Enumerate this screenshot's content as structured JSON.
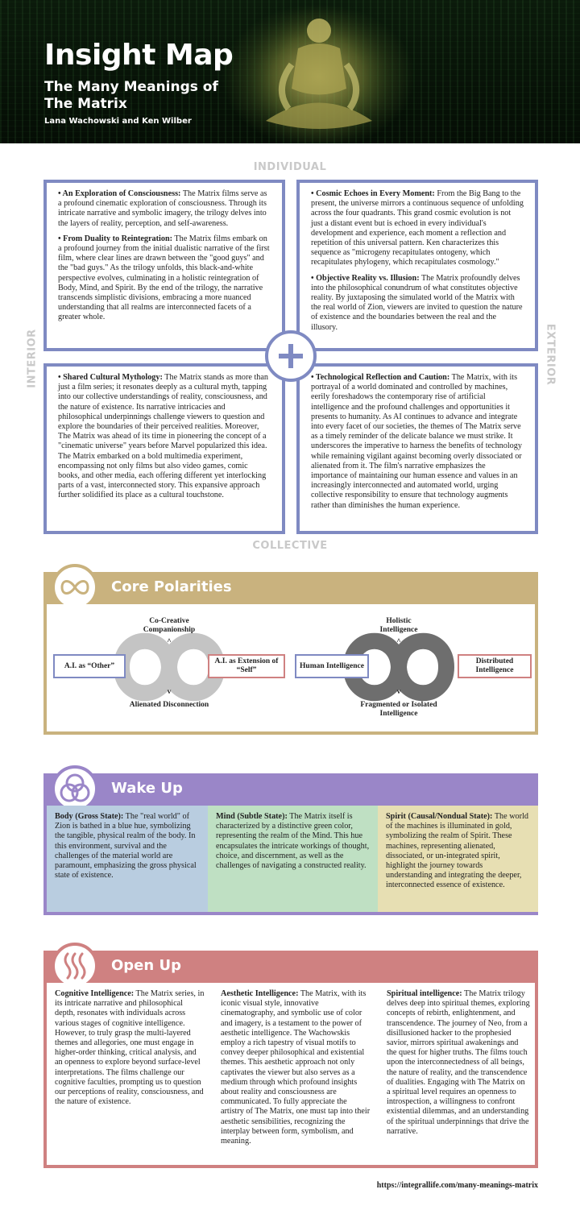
{
  "header": {
    "title": "Insight Map",
    "subtitle": "The Many Meanings of The Matrix",
    "authors": "Lana Wachowski and Ken Wilber"
  },
  "axes": {
    "top": "INDIVIDUAL",
    "bottom": "COLLECTIVE",
    "left": "INTERIOR",
    "right": "EXTERIOR"
  },
  "quadrants": {
    "upper_left": [
      {
        "heading": "• An Exploration of Consciousness:",
        "text": " The Matrix films serve as a profound cinematic exploration of consciousness. Through its intricate narrative and symbolic imagery, the trilogy delves into the layers of reality, perception, and self-awareness."
      },
      {
        "heading": "• From Duality to Reintegration:",
        "text": " The Matrix films embark on a profound journey from the initial dualistic narrative of the first film, where clear lines are drawn between the \"good guys\" and the \"bad guys.\" As the trilogy unfolds, this black-and-white perspective evolves, culminating in a holistic reintegration of Body, Mind, and Spirit. By the end of the trilogy, the narrative transcends simplistic divisions, embracing a more nuanced understanding that all realms are interconnected facets of a greater whole."
      }
    ],
    "upper_right": [
      {
        "heading": "• Cosmic Echoes in Every Moment:",
        "text": " From the Big Bang to the present, the universe mirrors a continuous sequence of unfolding across the four quadrants. This grand cosmic evolution is not just a distant event but is echoed in every individual's development and experience, each moment a reflection and repetition of this universal pattern. Ken characterizes this sequence as \"microgeny recapitulates ontogeny, which recapitulates phylogeny, which recapitulates cosmology.\""
      },
      {
        "heading": "• Objective Reality vs. Illusion:",
        "text": " The Matrix profoundly delves into the philosophical conundrum of what constitutes objective reality. By juxtaposing the simulated world of the Matrix with the real world of Zion, viewers are invited to question the nature of existence and the boundaries between the real and the illusory."
      }
    ],
    "lower_left": [
      {
        "heading": "• Shared Cultural Mythology:",
        "text": " The Matrix stands as more than just a film series; it resonates deeply as a cultural myth, tapping into our collective understandings of reality, consciousness, and the nature of existence. Its narrative intricacies and philosophical underpinnings challenge viewers to question and explore the boundaries of their perceived realities. Moreover, The Matrix was ahead of its time in pioneering the concept of a \"cinematic universe\" years before Marvel popularized this idea. The Matrix embarked on a bold multimedia experiment, encompassing not only films but also video games, comic books, and other media, each offering different yet interlocking parts of a vast, interconnected story. This expansive approach further solidified its place as a cultural touchstone."
      }
    ],
    "lower_right": [
      {
        "heading": "• Technological Reflection and Caution:",
        "text": " The Matrix, with its portrayal of a world dominated and controlled by machines, eerily foreshadows the contemporary rise of artificial intelligence and the profound challenges and opportunities it presents to humanity. As AI continues to advance and integrate into every facet of our societies, the themes of The Matrix serve as a timely reminder of the delicate balance we must strike. It underscores the imperative to harness the benefits of technology while remaining vigilant against becoming overly dissociated or alienated from it. The film's narrative emphasizes the importance of maintaining our human essence and values in an increasingly interconnected and automated world, urging collective responsibility to ensure that technology augments rather than diminishes the human experience."
      }
    ]
  },
  "core_polarities": {
    "title": "Core Polarities",
    "left": {
      "top": "Co-Creative Companionship",
      "bottom": "Alienated Disconnection",
      "left_box": "A.I. as “Other”",
      "right_box": "A.I. as Extension of “Self”",
      "color": "#c4c4c4"
    },
    "right": {
      "top": "Holistic Intelligence",
      "bottom": "Fragmented or Isolated Intelligence",
      "left_box": "Human Intelligence",
      "right_box": "Distributed Intelligence",
      "color": "#6e6e6e"
    },
    "caret_up": "^",
    "caret_down": "v"
  },
  "wake_up": {
    "title": "Wake Up",
    "columns": [
      {
        "heading": "Body (Gross State):",
        "text": " The \"real world\" of Zion is bathed in a blue hue, symbolizing the tangible, physical realm of the body. In this environment, survival and the challenges of the material world are paramount, emphasizing the gross physical state of existence."
      },
      {
        "heading": "Mind (Subtle State):",
        "text": " The Matrix itself is characterized by a distinctive green color, representing the realm of the Mind. This hue encapsulates the intricate workings of thought, choice, and discernment, as well as the challenges of navigating a constructed reality."
      },
      {
        "heading": "Spirit (Causal/Nondual State):",
        "text": "  The world of the machines is illuminated in gold, symbolizing the realm of Spirit. These machines, representing alienated, dissociated, or un-integrated spirit, highlight the journey towards understanding and integrating the deeper, interconnected essence of existence."
      }
    ]
  },
  "open_up": {
    "title": "Open Up",
    "columns": [
      {
        "heading": "Cognitive Intelligence:",
        "text": " The Matrix series, in its intricate narrative and philosophical depth, resonates with individuals across various stages of cognitive intelligence. However, to truly grasp the multi-layered themes and allegories, one must engage in higher-order thinking, critical analysis, and an openness to explore beyond surface-level interpretations. The films challenge our cognitive faculties, prompting us to question our perceptions of reality, consciousness, and the nature of existence."
      },
      {
        "heading": "Aesthetic Intelligence:",
        "text": " The Matrix, with its iconic visual style, innovative cinematography, and symbolic use of color and imagery, is a testament to the power of aesthetic intelligence. The Wachowskis employ a rich tapestry of visual motifs to convey deeper philosophical and existential themes. This aesthetic approach not only captivates the viewer but also serves as a medium through which profound insights about reality and consciousness are communicated. To fully appreciate the artistry of The Matrix, one must tap into their aesthetic sensibilities, recognizing the interplay between form, symbolism, and meaning."
      },
      {
        "heading": "Spiritual intelligence:",
        "text": " The Matrix trilogy delves deep into spiritual themes, exploring concepts of rebirth, enlightenment, and transcendence. The journey of Neo, from a disillusioned hacker to the prophesied savior, mirrors spiritual awakenings and the quest for higher truths. The films touch upon the interconnectedness of all beings, the nature of reality, and the transcendence of dualities. Engaging with The Matrix on a spiritual level requires an openness to introspection, a willingness to confront existential dilemmas, and an understanding of the spiritual underpinnings that drive the narrative."
      }
    ]
  },
  "footer": {
    "url": "https://integrallife.com/many-meanings-matrix"
  },
  "colors": {
    "quadrant_border": "#7f8ac2",
    "core_polarities": "#c9b27e",
    "wake_up": "#9a86c8",
    "open_up": "#cf8181",
    "body_blue": "#b9cde0",
    "mind_green": "#bfe0c3",
    "spirit_gold": "#e7dfb3"
  },
  "icons": {
    "core_polarities": "infinity-icon",
    "wake_up": "three-circles-icon",
    "open_up": "waves-icon",
    "center": "plus-icon"
  }
}
